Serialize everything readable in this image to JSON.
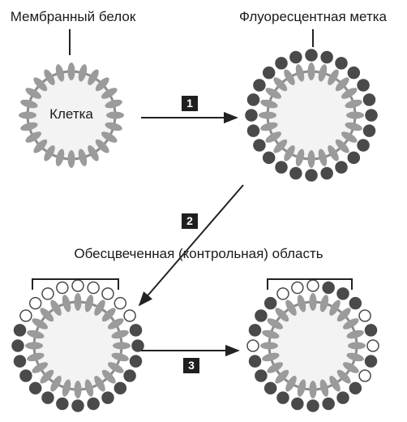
{
  "labels": {
    "membrane_protein": "Мембранный белок",
    "fluorescent_tag": "Флуоресцентная метка",
    "cell": "Клетка",
    "bleached_region": "Обесцвеченная (контрольная) область"
  },
  "steps": [
    "1",
    "2",
    "3"
  ],
  "colors": {
    "membrane": "#8c8c8c",
    "protein": "#9b9b9b",
    "cell_fill": "#f3f3f3",
    "tag": "#4a4a4a",
    "bleached_tag_fill": "#ffffff",
    "arrow": "#222222",
    "step_box": "#1f1f1f"
  },
  "diagram": {
    "cells": [
      {
        "name": "cell-initial",
        "tags": "none"
      },
      {
        "name": "cell-labeled",
        "tags": "all-dark"
      },
      {
        "name": "cell-bleached",
        "tags": "top-bleached"
      },
      {
        "name": "cell-recovered",
        "tags": "mixed"
      }
    ]
  }
}
